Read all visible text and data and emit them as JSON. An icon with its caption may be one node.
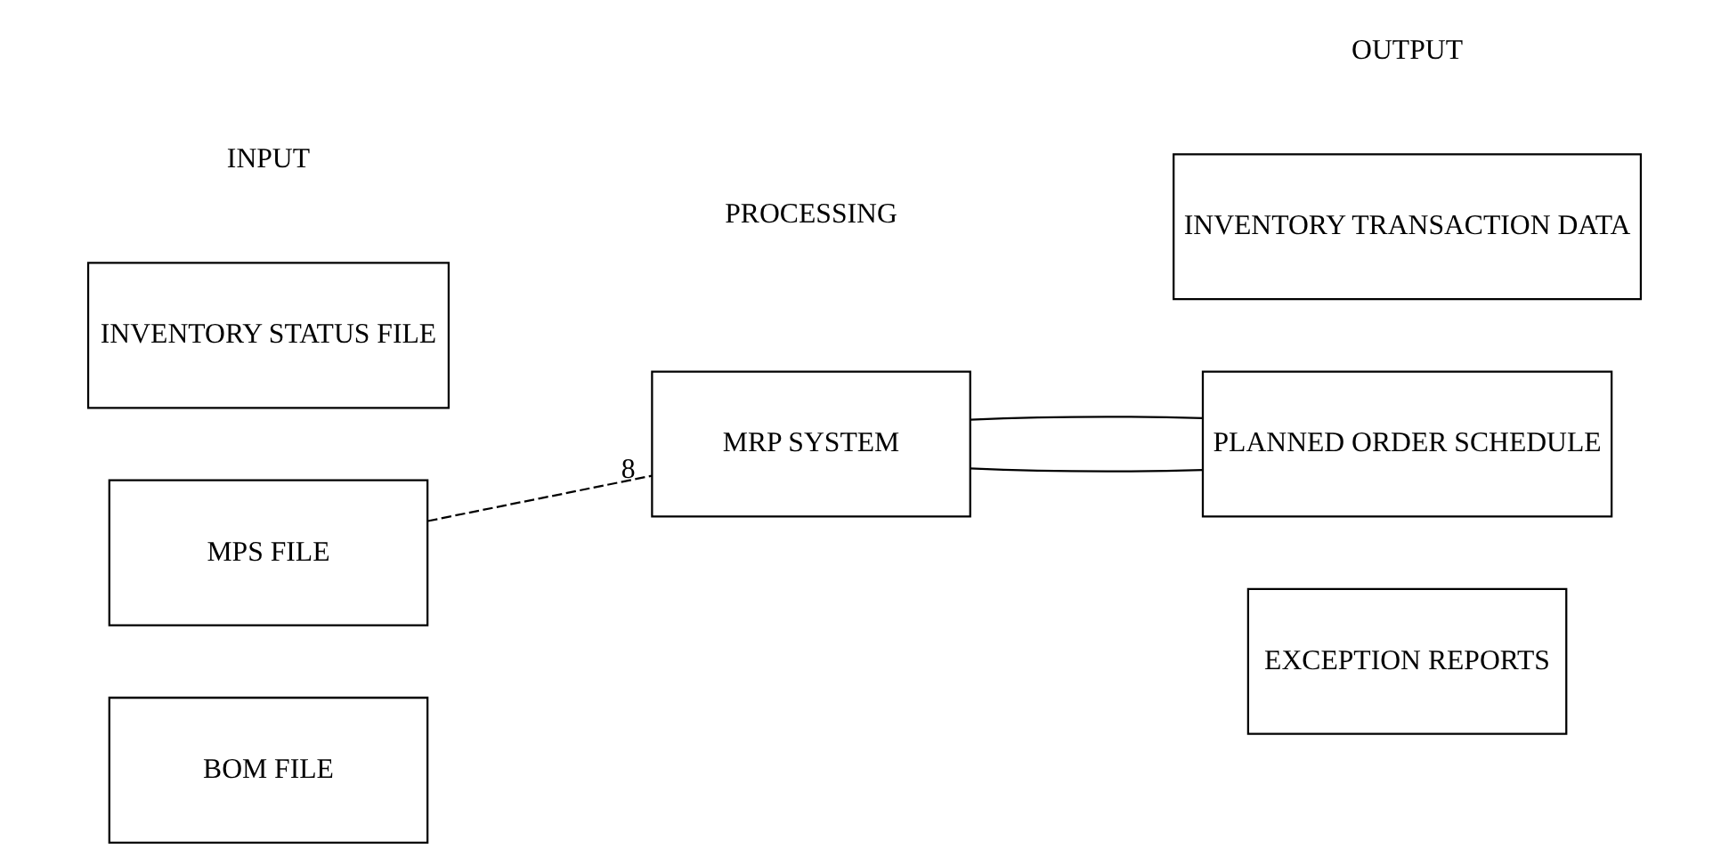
{
  "diagram": {
    "nodes": [
      {
        "text": [
          "INVENTORY STATUS FILE"
        ]
      },
      {
        "text": [
          "MPS FILE"
        ]
      },
      {
        "text": [
          "BOM FILE"
        ]
      },
      {
        "text": [
          "MRP SYSTEM"
        ]
      },
      {
        "text": [
          "INVENTORY TRANSACTION DATA"
        ]
      },
      {
        "text": [
          "PLANNED ORDER SCHEDULE"
        ]
      },
      {
        "text": [
          "EXCEPTION REPORTS"
        ]
      }
    ],
    "edges": [
      {
        "from": 1,
        "to": 3,
        "arrow": "none",
        "style": "dashed",
        "label": "8"
      },
      {
        "from": 3,
        "to": 5,
        "arrow": "none"
      },
      {
        "from": 3,
        "to": 5,
        "arrow": "none"
      }
    ],
    "labels": [
      "INPUT",
      "PROCESSING",
      "OUTPUT"
    ]
  }
}
